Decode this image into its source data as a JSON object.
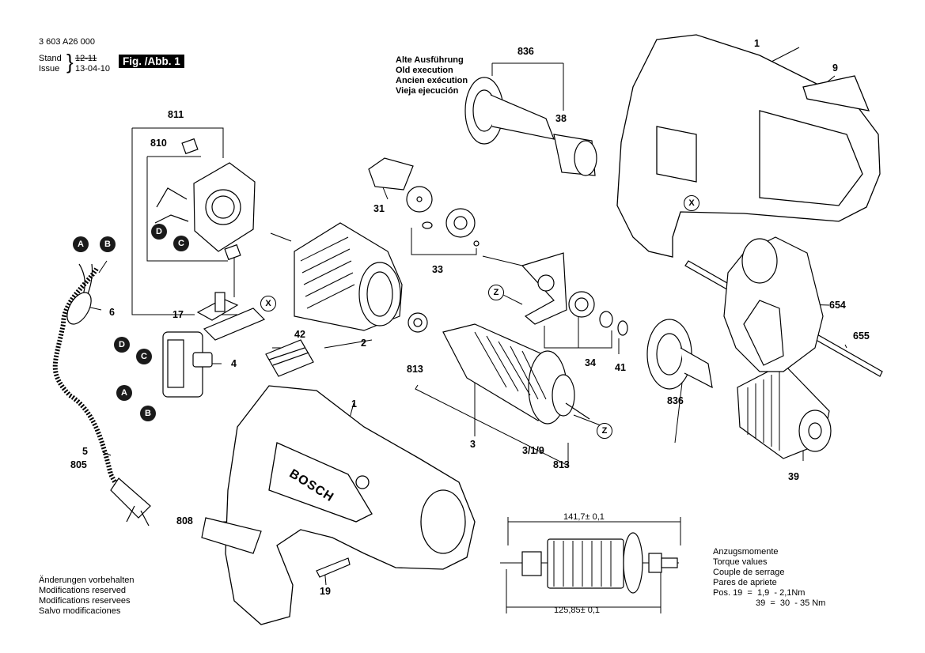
{
  "header": {
    "part_number": "3 603 A26 000",
    "stand_label": "Stand",
    "issue_label": "Issue",
    "stand_value": "12-11",
    "issue_value": "13-04-10",
    "figure_label": "Fig. /Abb. 1"
  },
  "old_version": {
    "lines": [
      "Alte Ausführung",
      "Old execution",
      "Ancien exécution",
      "Vieja ejecución"
    ]
  },
  "parts": {
    "p1_top": "1",
    "p9": "9",
    "p836_top": "836",
    "p38": "38",
    "p811": "811",
    "p810": "810",
    "p31": "31",
    "p33": "33",
    "p6": "6",
    "p17": "17",
    "p42": "42",
    "p2": "2",
    "p4": "4",
    "p654": "654",
    "p655": "655",
    "p34": "34",
    "p41": "41",
    "p813_left": "813",
    "p3": "3",
    "p319": "3/1/9",
    "p813_right": "813",
    "p836_bottom": "836",
    "p39": "39",
    "p5": "5",
    "p805": "805",
    "p1_bottom": "1",
    "p808": "808",
    "p19": "19"
  },
  "markers": {
    "A": "A",
    "B": "B",
    "C": "C",
    "D": "D",
    "X": "X",
    "Z": "Z"
  },
  "dimensions": {
    "top": "141,7± 0,1",
    "bottom": "125,85± 0,1"
  },
  "torque": {
    "lines": [
      "Anzugsmomente",
      "Torque values",
      "Couple de serrage",
      "Pares de apriete"
    ],
    "row1": "Pos. 19  =  1,9  - 2,1Nm",
    "row2": "39  =  30  - 35 Nm"
  },
  "footer": {
    "lines": [
      "Änderungen vorbehalten",
      "Modifications reserved",
      "Modifications reservees",
      "Salvo modificaciones"
    ]
  },
  "branding": {
    "logo_text": "BOSCH"
  }
}
